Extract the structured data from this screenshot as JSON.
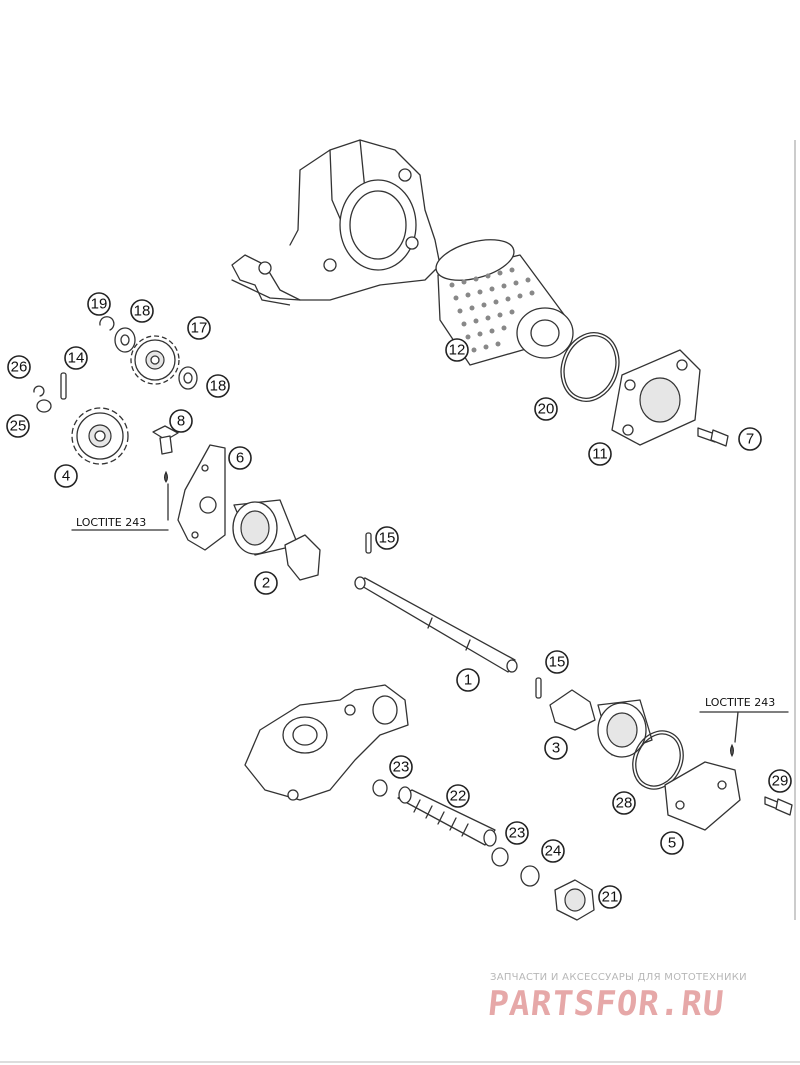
{
  "callouts": [
    {
      "n": "1"
    },
    {
      "n": "2"
    },
    {
      "n": "3"
    },
    {
      "n": "4"
    },
    {
      "n": "5"
    },
    {
      "n": "6"
    },
    {
      "n": "7"
    },
    {
      "n": "8"
    },
    {
      "n": "11"
    },
    {
      "n": "12"
    },
    {
      "n": "14"
    },
    {
      "n": "15"
    },
    {
      "n": "15"
    },
    {
      "n": "17"
    },
    {
      "n": "18"
    },
    {
      "n": "18"
    },
    {
      "n": "19"
    },
    {
      "n": "20"
    },
    {
      "n": "21"
    },
    {
      "n": "22"
    },
    {
      "n": "23"
    },
    {
      "n": "23"
    },
    {
      "n": "24"
    },
    {
      "n": "25"
    },
    {
      "n": "26"
    },
    {
      "n": "28"
    },
    {
      "n": "29"
    }
  ],
  "annotations": {
    "loctite_left": "LOCTITE 243",
    "loctite_right": "LOCTITE 243"
  },
  "watermark": {
    "tagline": "ЗАПЧАСТИ И АКСЕССУАРЫ ДЛЯ МОТОТЕХНИКИ",
    "logo": "PARTSFOR.RU"
  }
}
